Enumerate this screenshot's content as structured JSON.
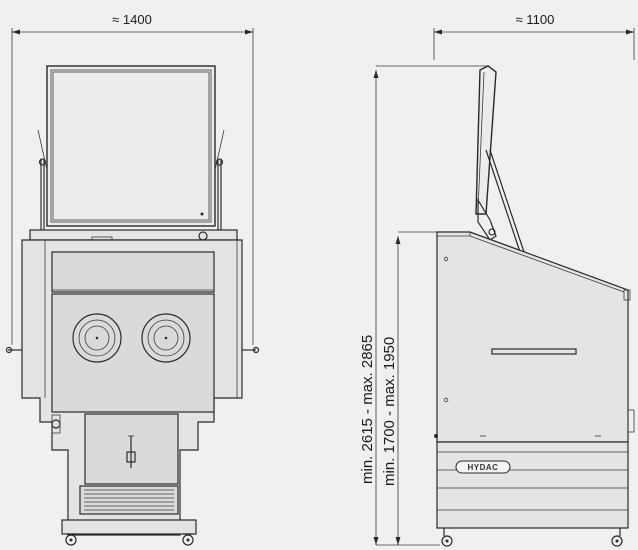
{
  "dimensions": {
    "front_width": "≈ 1400",
    "side_depth": "≈ 1100",
    "total_height": "min. 2615 - max. 2865",
    "body_height": "min. 1700 - max. 1950"
  },
  "logo": {
    "text": "HYDAC"
  },
  "colors": {
    "background": "#f0f0f0",
    "line": "#2a2a2a",
    "body": "#e4e4e4"
  }
}
